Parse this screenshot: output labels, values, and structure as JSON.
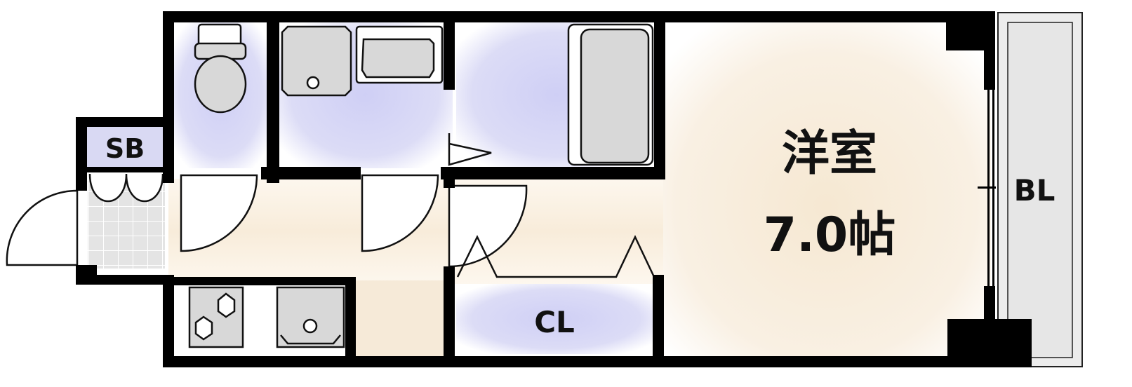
{
  "floorplan": {
    "rooms": {
      "western_room": {
        "name": "洋室",
        "size": "7.0帖"
      },
      "closet": {
        "label": "CL"
      },
      "shoe_box": {
        "label": "SB"
      },
      "balcony": {
        "label": "BL"
      }
    },
    "colors": {
      "wall": "#000000",
      "wet_area": "#dcdcf6",
      "room_floor": "#f8efe2",
      "fixture": "#d8d8d8",
      "balcony": "#ececec"
    }
  }
}
